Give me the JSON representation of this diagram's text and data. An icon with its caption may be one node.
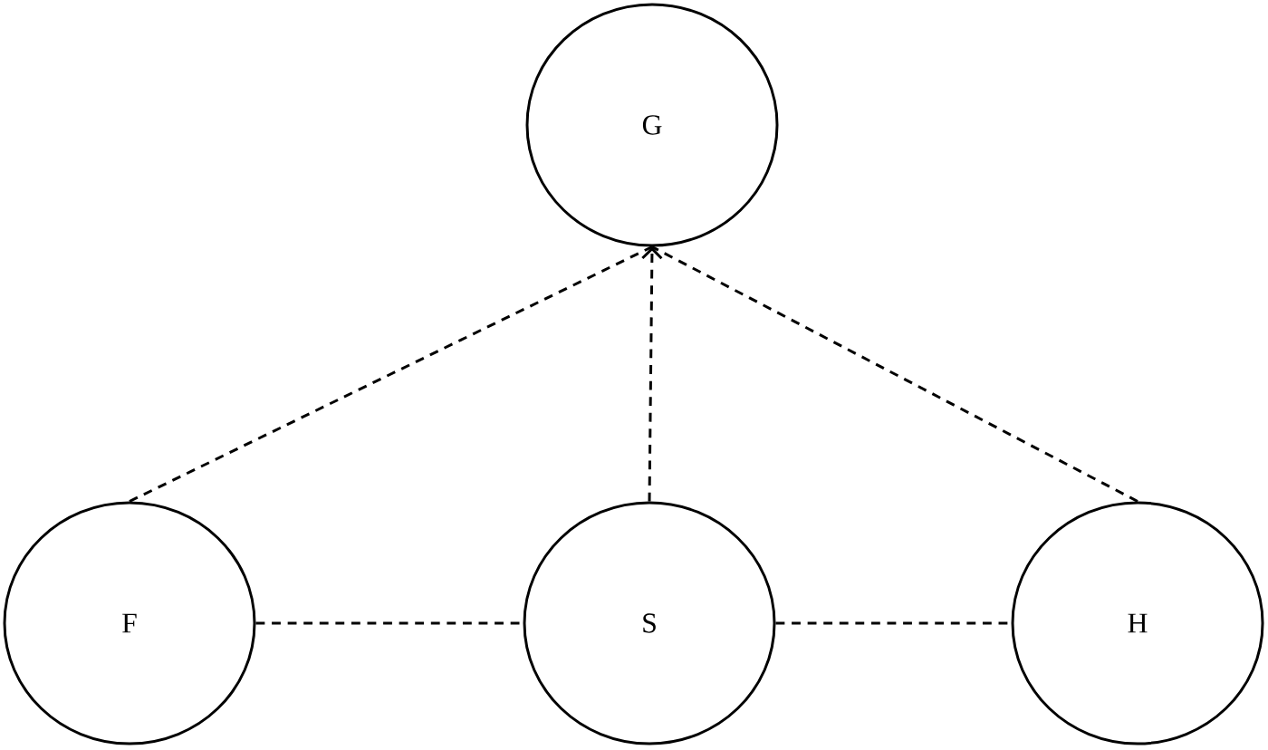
{
  "diagram": {
    "nodes": [
      {
        "text": [
          "G"
        ]
      },
      {
        "text": [
          "F"
        ]
      },
      {
        "text": [
          "S"
        ]
      },
      {
        "text": [
          "H"
        ]
      }
    ],
    "edges": [
      {
        "from": 1,
        "to": 0,
        "arrow": "none",
        "style": "dashed"
      },
      {
        "from": 2,
        "to": 0,
        "arrow": "to",
        "style": "dashed"
      },
      {
        "from": 3,
        "to": 0,
        "arrow": "none",
        "style": "dashed"
      },
      {
        "from": 1,
        "to": 2,
        "arrow": "none",
        "style": "dashed"
      },
      {
        "from": 2,
        "to": 3,
        "arrow": "none",
        "style": "dashed"
      }
    ]
  }
}
